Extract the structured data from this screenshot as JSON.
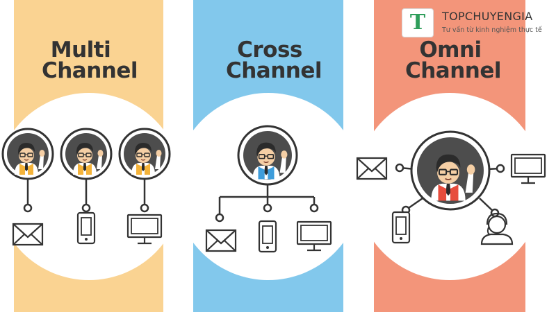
{
  "columns": [
    {
      "title_line1": "Multi",
      "title_line2": "Channel",
      "color": "#fad392"
    },
    {
      "title_line1": "Cross",
      "title_line2": "Channel",
      "color": "#82c8ec"
    },
    {
      "title_line1": "Omni",
      "title_line2": "Channel",
      "color": "#f3957a"
    }
  ],
  "logo": {
    "letter": "T",
    "brand": "TOPCHUYENGIA",
    "tagline": "Tư vấn từ kinh nghiệm thực tế"
  },
  "icons": {
    "person": "person-icon",
    "email": "envelope-icon",
    "phone": "smartphone-icon",
    "monitor": "monitor-icon",
    "support": "support-agent-icon"
  },
  "colors": {
    "outline": "#333333",
    "vest_multi": "#f4b33a",
    "vest_cross": "#3e9ddb",
    "vest_omni": "#e74c3c"
  }
}
